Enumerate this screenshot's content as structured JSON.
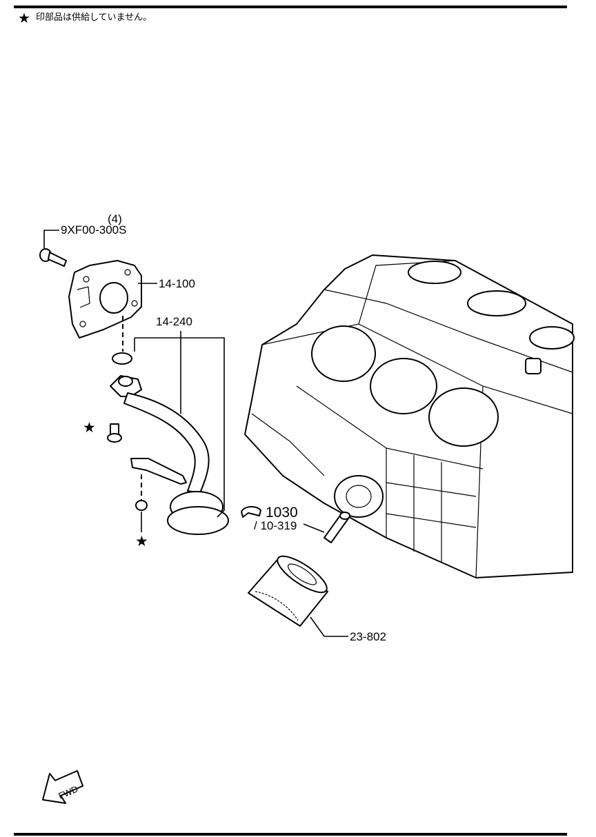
{
  "header": {
    "star_symbol": "★",
    "note_text": "印部品は供給していません。"
  },
  "callouts": {
    "bolt_qty": "(4)",
    "bolt_part": "9XF00-300S",
    "oil_pump": "14-100",
    "oil_strainer": "14-240",
    "nipple_main": "1030",
    "nipple_ref": "/ 10-319",
    "oil_filter": "23-802"
  },
  "markers": {
    "star": "★",
    "fwd": "FWD"
  }
}
